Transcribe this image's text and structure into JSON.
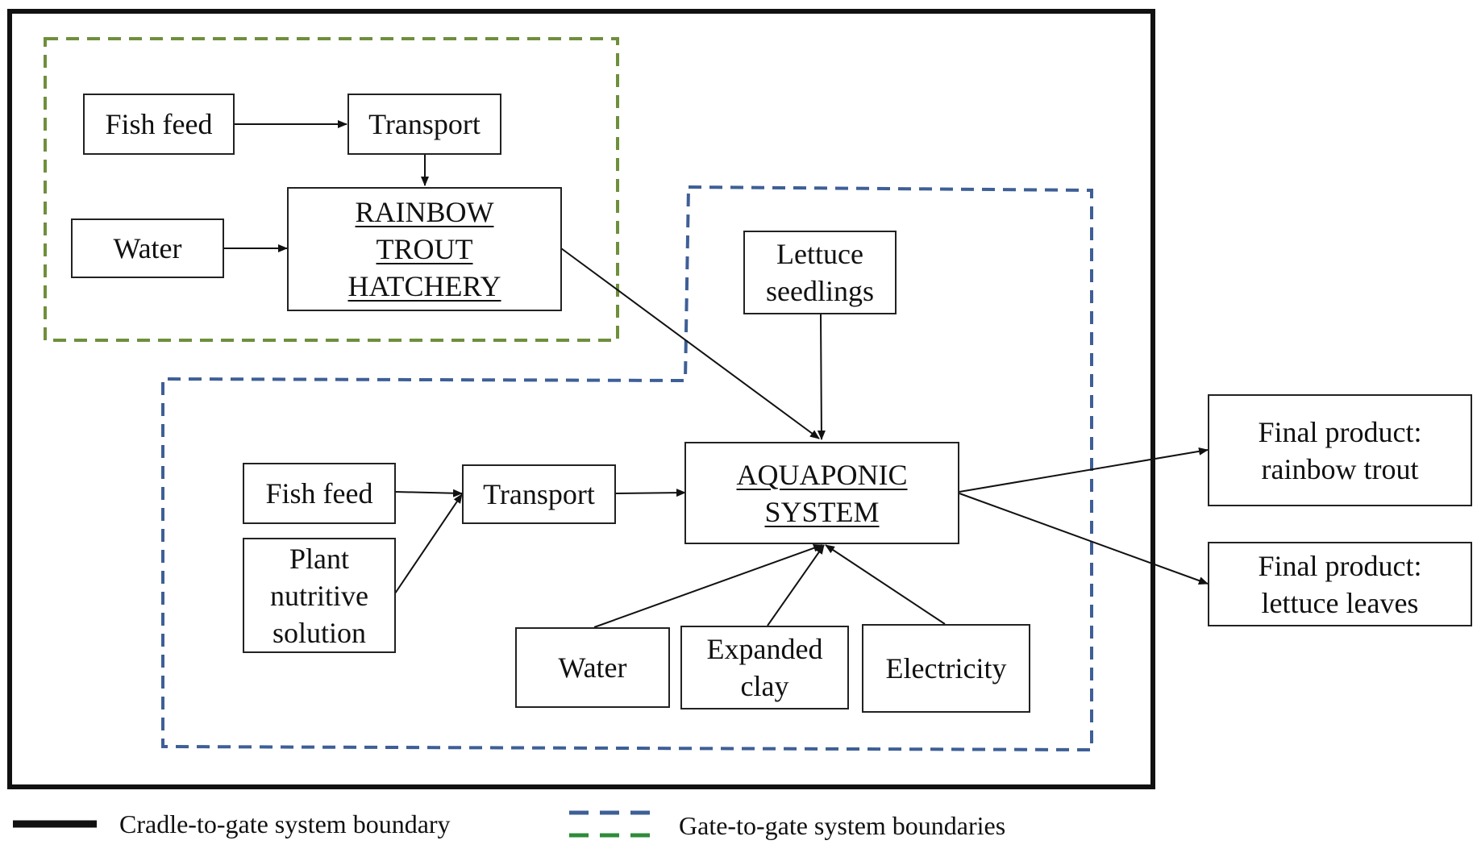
{
  "colors": {
    "cradle_boundary": "#111111",
    "hatchery_boundary": "#6e8f3c",
    "aquaponic_boundary": "#3e5f96",
    "legend_green": "#2e8b3a",
    "legend_blue": "#3e5f96"
  },
  "nodes": {
    "fish_feed_1": [
      "Fish feed"
    ],
    "transport_1": [
      "Transport"
    ],
    "water_1": [
      "Water"
    ],
    "hatchery": [
      "RAINBOW",
      "TROUT",
      "HATCHERY"
    ],
    "lettuce_seedlings": [
      "Lettuce",
      "seedlings"
    ],
    "fish_feed_2": [
      "Fish feed"
    ],
    "transport_2": [
      "Transport"
    ],
    "plant_solution": [
      "Plant",
      "nutritive",
      "solution"
    ],
    "aquaponic": [
      "AQUAPONIC",
      "SYSTEM"
    ],
    "water_2": [
      "Water"
    ],
    "expanded_clay": [
      "Expanded",
      "clay"
    ],
    "electricity": [
      "Electricity"
    ],
    "product_trout": [
      "Final product:",
      "rainbow trout"
    ],
    "product_lettuce": [
      "Final product:",
      "lettuce leaves"
    ]
  },
  "legend": {
    "cradle_to_gate": "Cradle-to-gate system boundary",
    "gate_to_gate": "Gate-to-gate system boundaries"
  }
}
